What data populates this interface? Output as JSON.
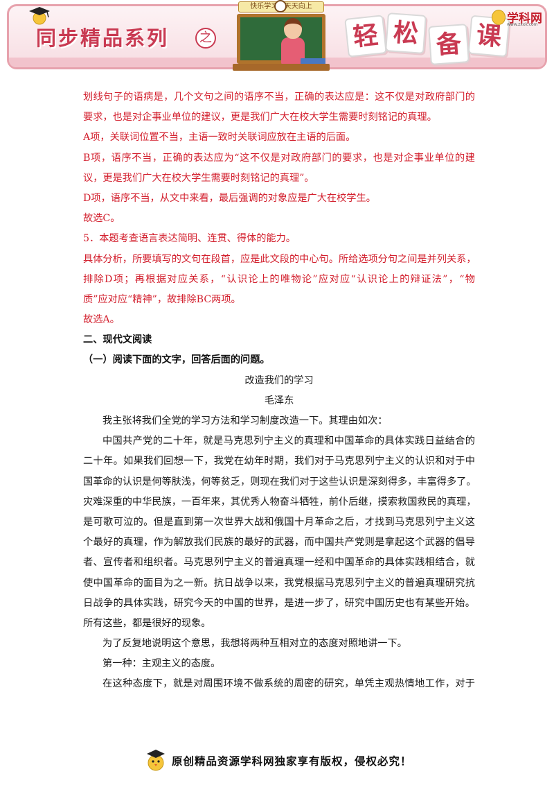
{
  "header": {
    "series_title": "同步精品系列",
    "series_zhi": "之",
    "board_banner": "快乐学习 · 天天向上",
    "easy_prep_chars": [
      "轻",
      "松",
      "备",
      "课"
    ],
    "logo_text": "学科网",
    "logo_url": "www.zxxk.com",
    "accent_color": "#c93a52"
  },
  "body": {
    "lines": [
      {
        "text": "划线句子的语病是，几个文句之间的语序不当，正确的表达应是：这不仅是对政府部门的",
        "style": "red"
      },
      {
        "text": "要求，也是对企事业单位的建议，更是我们广大在校大学生需要时刻铭记的真理。",
        "style": "red short"
      },
      {
        "text": "A项，关联词位置不当，主语一致时关联词应放在主语的后面。",
        "style": "red short"
      },
      {
        "text": "B项，语序不当，正确的表达应为“这不仅是对政府部门的要求，也是对企事业单位的建",
        "style": "red"
      },
      {
        "text": "议，更是我们广大在校大学生需要时刻铭记的真理”。",
        "style": "red short"
      },
      {
        "text": "D项，语序不当，从文中来看，最后强调的对象应是广大在校学生。",
        "style": "red short"
      },
      {
        "text": "故选C。",
        "style": "red short"
      },
      {
        "text": "5．本题考查语言表达简明、连贯、得体的能力。",
        "style": "red short"
      },
      {
        "text": "具体分析，所要填写的文句在段首，应是此文段的中心句。所给选项分句之间是并列关系，",
        "style": "red"
      },
      {
        "text": "排除D项；再根据对应关系，“认识论上的唯物论”应对应“认识论上的辩证法”，“物",
        "style": "red"
      },
      {
        "text": "质”应对应“精神”，故排除BC两项。",
        "style": "red short"
      },
      {
        "text": "故选A。",
        "style": "red short"
      },
      {
        "text": "二、现代文阅读",
        "style": "bold short"
      },
      {
        "text": "（一）阅读下面的文字，回答后面的问题。",
        "style": "bold short"
      },
      {
        "text": "改造我们的学习",
        "style": "center"
      },
      {
        "text": "毛泽东",
        "style": "center"
      },
      {
        "text": "我主张将我们全党的学习方法和学习制度改造一下。其理由如次：",
        "style": "indent short"
      },
      {
        "text": "中国共产党的二十年，就是马克思列宁主义的真理和中国革命的具体实践日益结合的",
        "style": "indent"
      },
      {
        "text": "二十年。如果我们回想一下，我党在幼年时期，我们对于马克思列宁主义的认识和对于中",
        "style": ""
      },
      {
        "text": "国革命的认识是何等肤浅，何等贫乏，则现在我们对于这些认识是深刻得多，丰富得多了。",
        "style": ""
      },
      {
        "text": "灾难深重的中华民族，一百年来，其优秀人物奋斗牺牲，前仆后继，摸索救国救民的真理，",
        "style": ""
      },
      {
        "text": "是可歌可泣的。但是直到第一次世界大战和俄国十月革命之后，才找到马克思列宁主义这",
        "style": ""
      },
      {
        "text": "个最好的真理，作为解放我们民族的最好的武器，而中国共产党则是拿起这个武器的倡导",
        "style": ""
      },
      {
        "text": "者、宣传者和组织者。马克思列宁主义的普遍真理一经和中国革命的具体实践相结合，就",
        "style": ""
      },
      {
        "text": "使中国革命的面目为之一新。抗日战争以来，我党根据马克思列宁主义的普遍真理研究抗",
        "style": ""
      },
      {
        "text": "日战争的具体实践，研究今天的中国的世界，是进一步了，研究中国历史也有某些开始。",
        "style": ""
      },
      {
        "text": "所有这些，都是很好的现象。",
        "style": "short"
      },
      {
        "text": "为了反复地说明这个意思，我想将两种互相对立的态度对照地讲一下。",
        "style": "indent short"
      },
      {
        "text": "第一种：主观主义的态度。",
        "style": "indent short"
      },
      {
        "text": "在这种态度下，就是对周围环境不做系统的周密的研究，单凭主观热情地工作，对于",
        "style": "indent"
      }
    ]
  },
  "footer": {
    "copyright": "原创精品资源学科网独家享有版权，侵权必究！"
  }
}
